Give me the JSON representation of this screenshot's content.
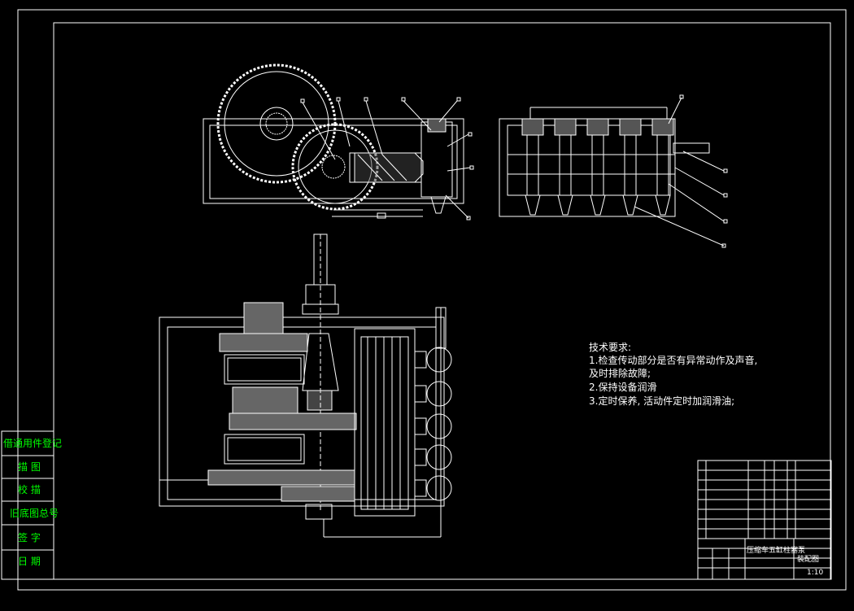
{
  "side_stamp": {
    "title": "借通用件登记",
    "rows": [
      "描  图",
      "校  描",
      "旧底图总号",
      "签  字",
      "日  期"
    ]
  },
  "requirements": {
    "heading": "技术要求:",
    "items": [
      "1.检查传动部分是否有异常动作及声音,",
      "及时排除故障;",
      "2.保持设备润滑",
      "3.定时保养, 活动件定时加润滑油;"
    ]
  },
  "title_block": {
    "design_name": "压缩车五缸柱塞泵",
    "drawing_type": "装配图",
    "scale": "1:10"
  },
  "colors": {
    "background": "#000000",
    "lines": "#ffffff",
    "stamp_text": "#00ff00"
  }
}
